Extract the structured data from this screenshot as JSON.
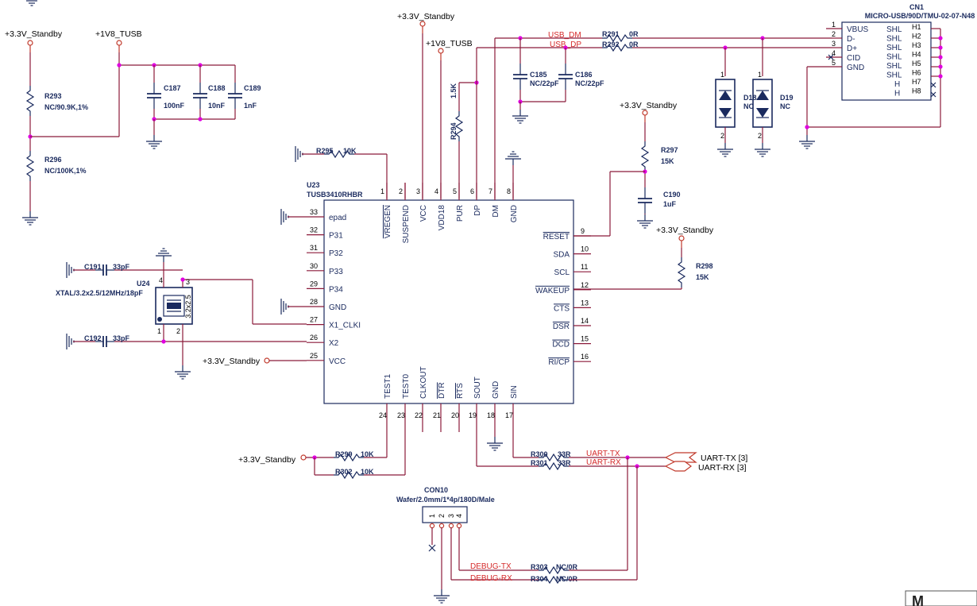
{
  "power": {
    "standby": "+3.3V_Standby",
    "tusb": "+1V8_TUSB"
  },
  "resistors": {
    "r291": {
      "ref": "R291",
      "value": "0R"
    },
    "r292": {
      "ref": "R292",
      "value": "0R"
    },
    "r293": {
      "ref": "R293",
      "value": "NC/90.9K,1%"
    },
    "r294": {
      "ref": "R294",
      "value": "1.5K"
    },
    "r295": {
      "ref": "R295",
      "value": "10K"
    },
    "r296": {
      "ref": "R296",
      "value": "NC/100K,1%"
    },
    "r297": {
      "ref": "R297",
      "value": "15K"
    },
    "r298": {
      "ref": "R298",
      "value": "15K"
    },
    "r299": {
      "ref": "R299",
      "value": "10K"
    },
    "r300": {
      "ref": "R300",
      "value": "33R"
    },
    "r301": {
      "ref": "R301",
      "value": "33R"
    },
    "r302": {
      "ref": "R302",
      "value": "10K"
    },
    "r303": {
      "ref": "R303",
      "value": "NC/0R"
    },
    "r304": {
      "ref": "R304",
      "value": "NC/0R"
    }
  },
  "capacitors": {
    "c185": {
      "ref": "C185",
      "value": "NC/22pF"
    },
    "c186": {
      "ref": "C186",
      "value": "NC/22pF"
    },
    "c187": {
      "ref": "C187",
      "value": "100nF"
    },
    "c188": {
      "ref": "C188",
      "value": "10nF"
    },
    "c189": {
      "ref": "C189",
      "value": "1nF"
    },
    "c190": {
      "ref": "C190",
      "value": "1uF"
    },
    "c191": {
      "ref": "C191",
      "value": "33pF"
    },
    "c192": {
      "ref": "C192",
      "value": "33pF"
    }
  },
  "diodes": {
    "d18": {
      "ref": "D18",
      "value": "NC"
    },
    "d19": {
      "ref": "D19",
      "value": "NC"
    }
  },
  "nets": {
    "usb_dm": "USB_DM",
    "usb_dp": "USB_DP",
    "uart_tx": "UART-TX",
    "uart_rx": "UART-RX",
    "debug_tx": "DEBUG-TX",
    "debug_rx": "DEBUG-RX"
  },
  "ports": {
    "uart_tx": "UART-TX  [3]",
    "uart_rx": "UART-RX  [3]"
  },
  "u23": {
    "ref": "U23",
    "part": "TUSB3410RHBR",
    "left_pins": [
      {
        "num": "33",
        "name": "epad"
      },
      {
        "num": "32",
        "name": "P31"
      },
      {
        "num": "31",
        "name": "P32"
      },
      {
        "num": "30",
        "name": "P33"
      },
      {
        "num": "29",
        "name": "P34"
      },
      {
        "num": "28",
        "name": "GND"
      },
      {
        "num": "27",
        "name": "X1_CLKI"
      },
      {
        "num": "26",
        "name": "X2"
      },
      {
        "num": "25",
        "name": "VCC"
      }
    ],
    "top_pins": [
      {
        "num": "1",
        "name": "VREGEN"
      },
      {
        "num": "2",
        "name": "SUSPEND"
      },
      {
        "num": "3",
        "name": "VCC"
      },
      {
        "num": "4",
        "name": "VDD18"
      },
      {
        "num": "5",
        "name": "PUR"
      },
      {
        "num": "6",
        "name": "DP"
      },
      {
        "num": "7",
        "name": "DM"
      },
      {
        "num": "8",
        "name": "GND"
      }
    ],
    "right_pins": [
      {
        "num": "9",
        "name": "RESET"
      },
      {
        "num": "10",
        "name": "SDA"
      },
      {
        "num": "11",
        "name": "SCL"
      },
      {
        "num": "12",
        "name": "WAKEUP"
      },
      {
        "num": "13",
        "name": "CTS"
      },
      {
        "num": "14",
        "name": "DSR"
      },
      {
        "num": "15",
        "name": "DCD"
      },
      {
        "num": "16",
        "name": "RI/CP"
      }
    ],
    "bottom_pins": [
      {
        "num": "24",
        "name": "TEST1"
      },
      {
        "num": "23",
        "name": "TEST0"
      },
      {
        "num": "22",
        "name": "CLKOUT"
      },
      {
        "num": "21",
        "name": "DTR"
      },
      {
        "num": "20",
        "name": "RTS"
      },
      {
        "num": "19",
        "name": "SOUT"
      },
      {
        "num": "18",
        "name": "GND"
      },
      {
        "num": "17",
        "name": "SIN"
      }
    ]
  },
  "u24": {
    "ref": "U24",
    "part": "XTAL/3.2x2.5/12MHz/18pF",
    "body_text": "3.2x2.5"
  },
  "cn1": {
    "ref": "CN1",
    "part": "MICRO-USB/90D/TMU-02-07-N48",
    "left_pins": [
      {
        "num": "1",
        "name": "VBUS"
      },
      {
        "num": "2",
        "name": "D-"
      },
      {
        "num": "3",
        "name": "D+"
      },
      {
        "num": "4",
        "name": "CID"
      },
      {
        "num": "5",
        "name": "GND"
      }
    ],
    "right_pins": [
      {
        "name": "SHL",
        "num": "H1"
      },
      {
        "name": "SHL",
        "num": "H2"
      },
      {
        "name": "SHL",
        "num": "H3"
      },
      {
        "name": "SHL",
        "num": "H4"
      },
      {
        "name": "SHL",
        "num": "H5"
      },
      {
        "name": "SHL",
        "num": "H6"
      },
      {
        "name": "H",
        "num": "H7"
      },
      {
        "name": "H",
        "num": "H8"
      }
    ]
  },
  "con10": {
    "ref": "CON10",
    "part": "Wafer/2.0mm/1*4p/180D/Male",
    "pins": [
      "1",
      "2",
      "3",
      "4"
    ]
  },
  "logo": "M"
}
